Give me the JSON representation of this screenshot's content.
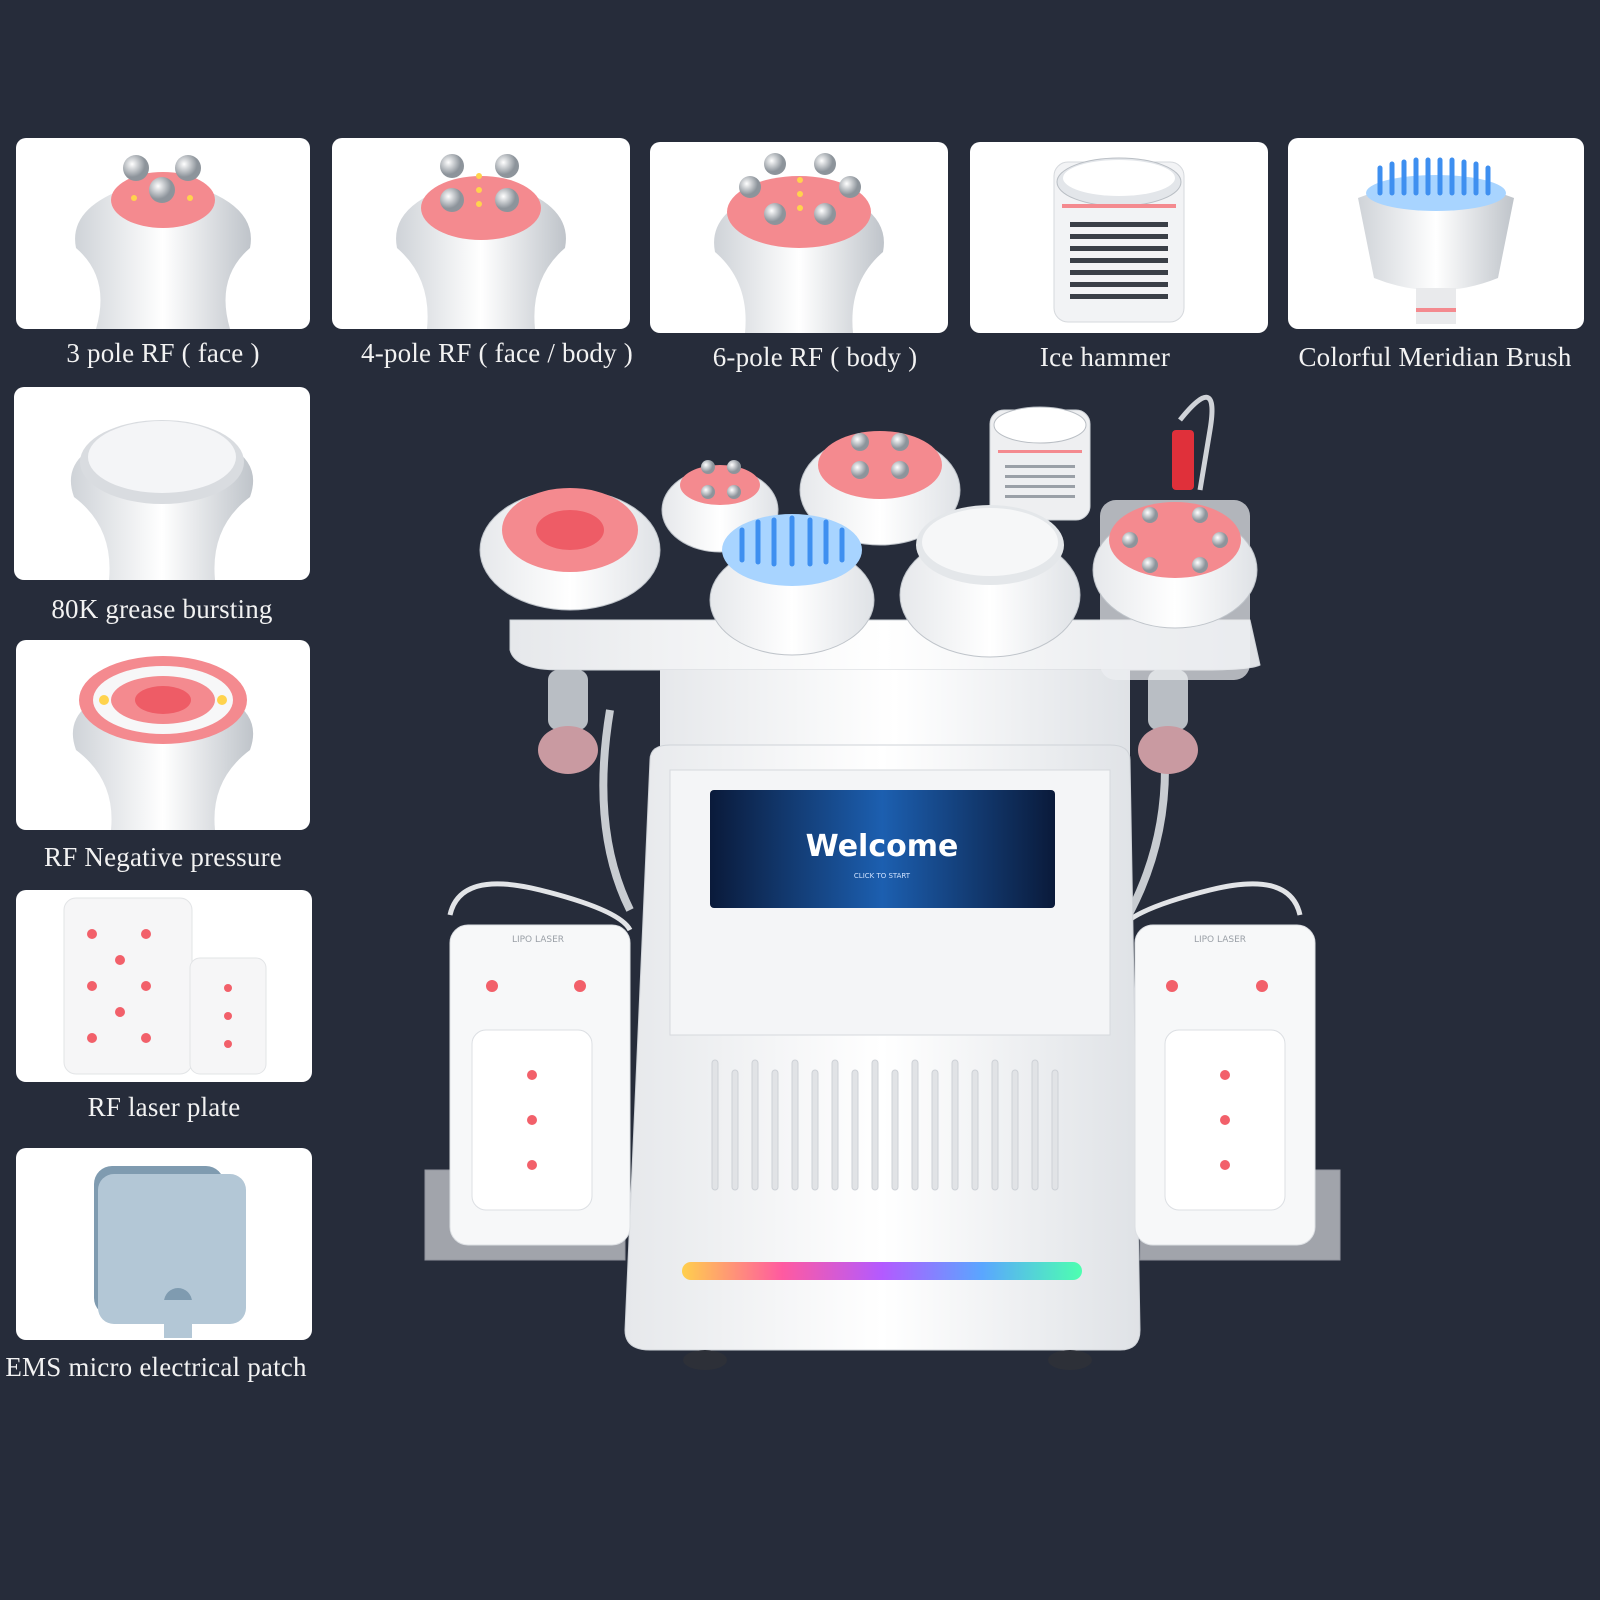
{
  "background_color": "#262c3a",
  "accessories": [
    {
      "label": "3 pole RF ( face )",
      "icon": "three-pole-rf-head-icon"
    },
    {
      "label": "4-pole RF ( face / body )",
      "icon": "four-pole-rf-head-icon"
    },
    {
      "label": "6-pole RF ( body )",
      "icon": "six-pole-rf-head-icon"
    },
    {
      "label": "Ice hammer",
      "icon": "ice-hammer-icon"
    },
    {
      "label": "Colorful Meridian Brush",
      "icon": "meridian-brush-icon"
    },
    {
      "label": "80K grease bursting",
      "icon": "cavitation-head-icon"
    },
    {
      "label": "RF Negative pressure",
      "icon": "vacuum-rf-head-icon"
    },
    {
      "label": "RF laser plate",
      "icon": "laser-plate-icon"
    },
    {
      "label": "EMS micro electrical patch",
      "icon": "ems-patch-icon"
    }
  ],
  "machine": {
    "screen_text": "Welcome",
    "screen_subtext": "CLICK TO START",
    "pad_label": "LIPO LASER"
  },
  "colors": {
    "accent_red": "#f2606a",
    "accent_blue": "#5aa6ff",
    "card": "#ffffff"
  }
}
